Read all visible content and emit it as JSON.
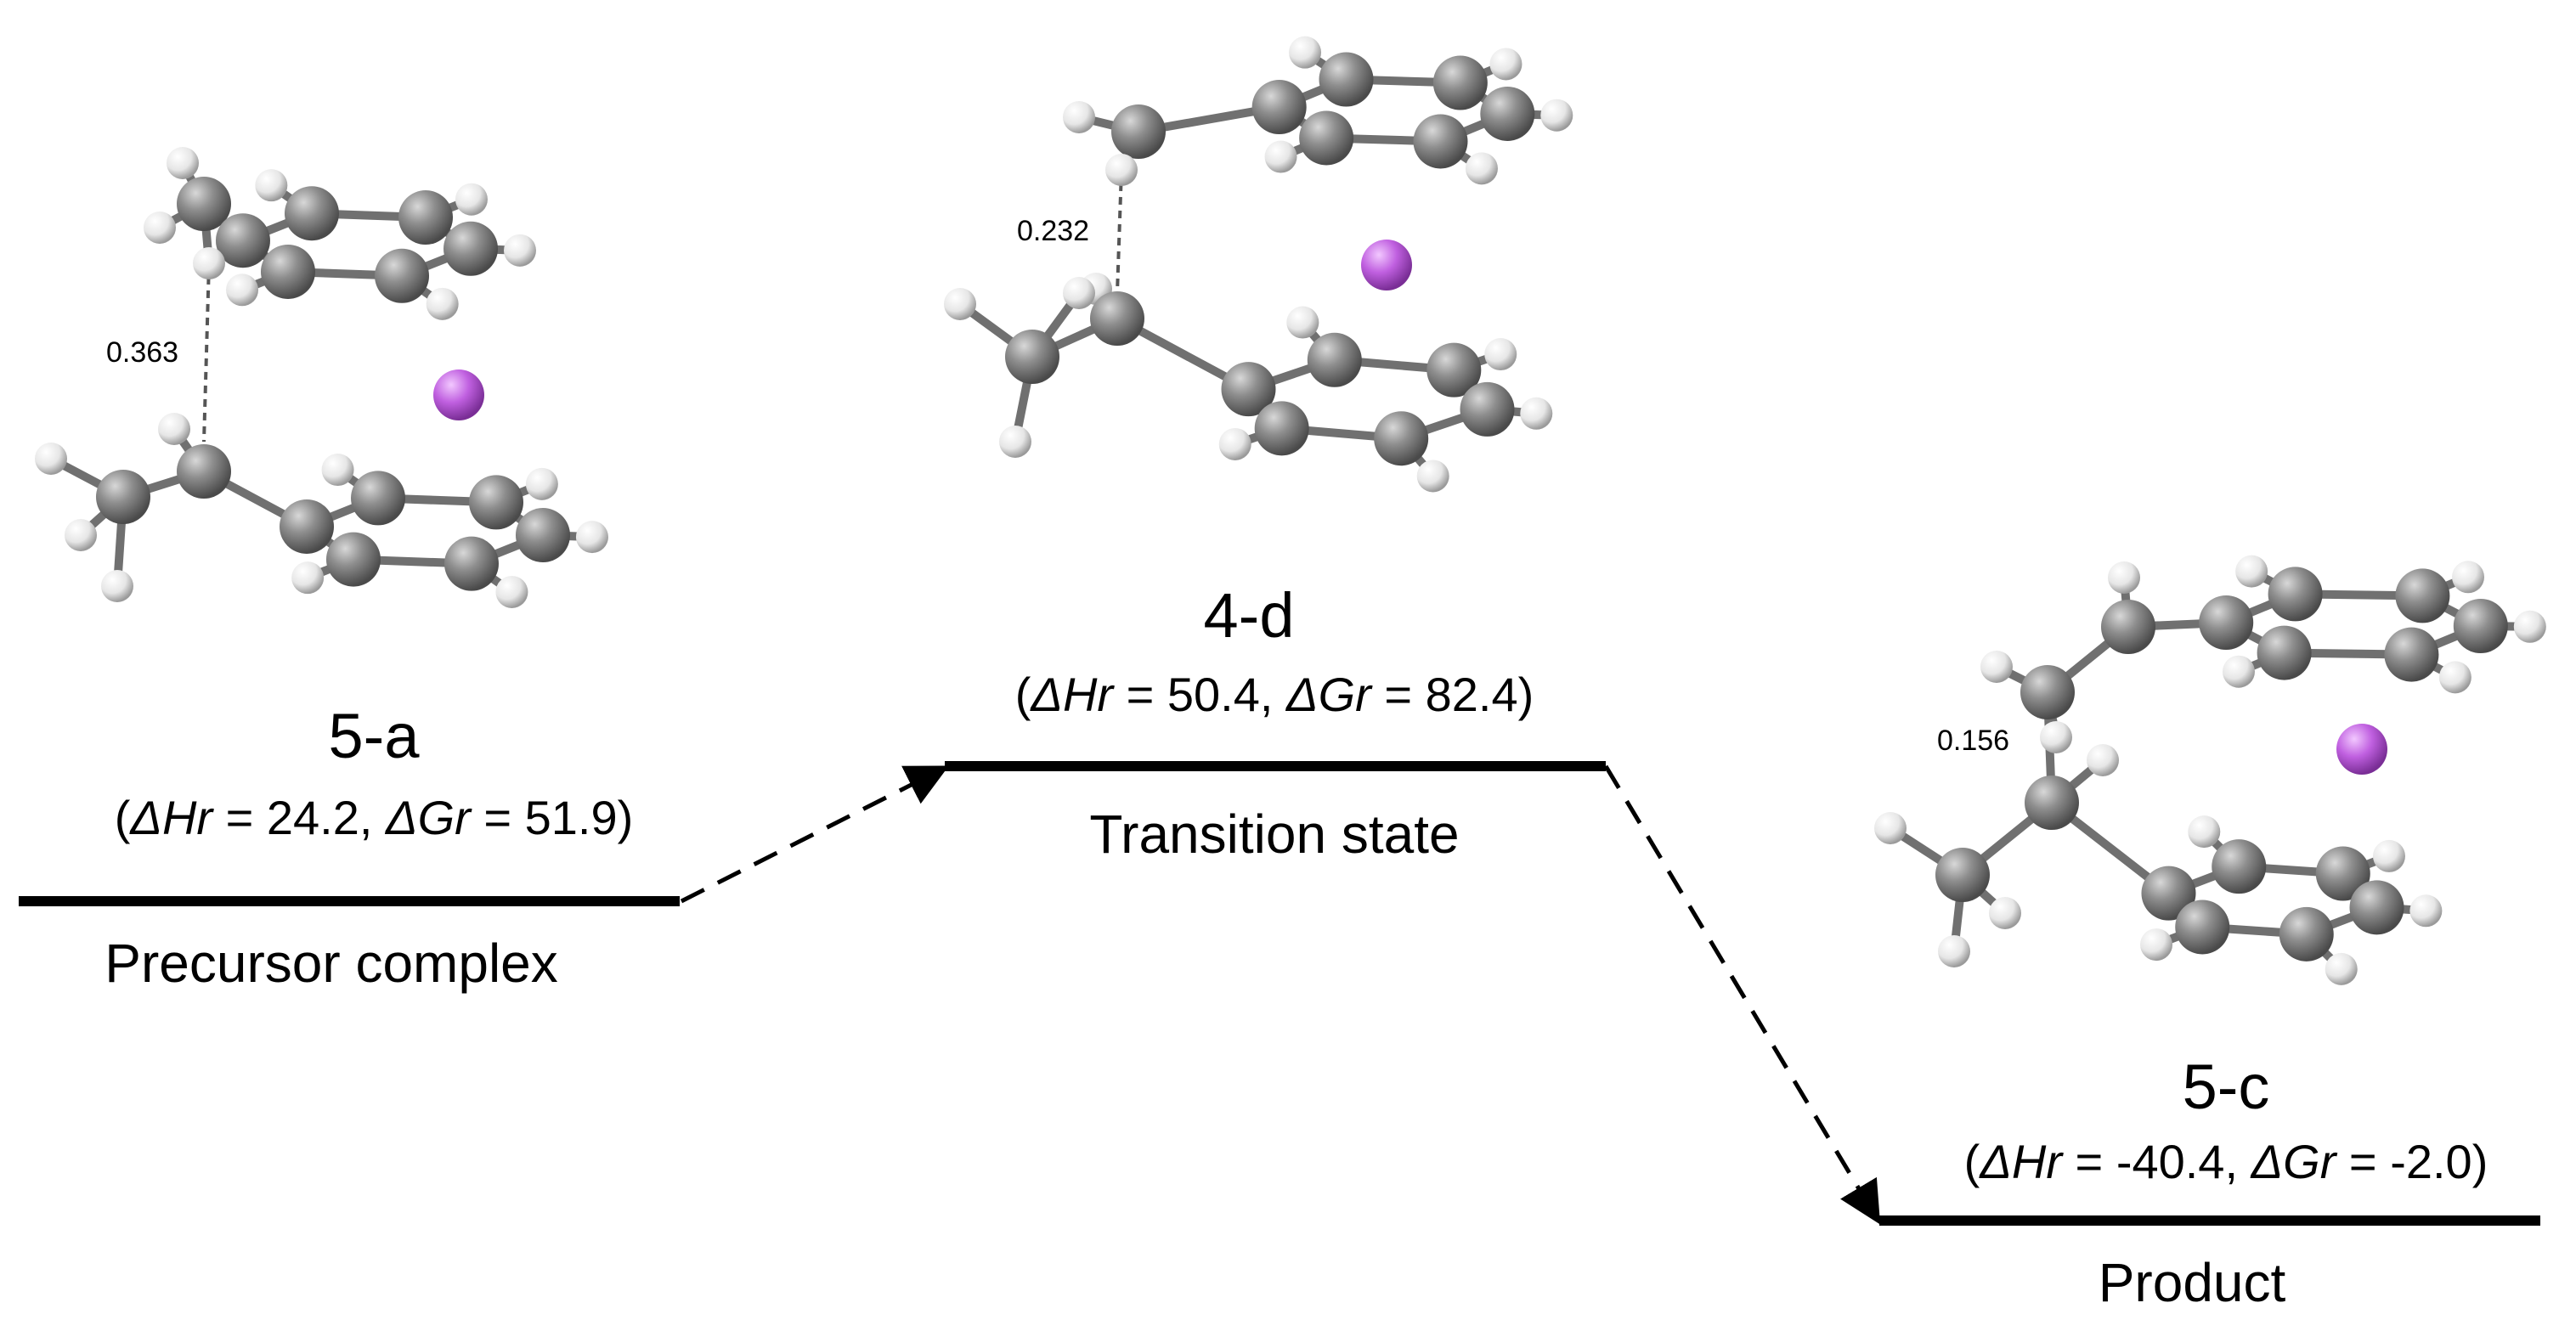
{
  "figure": {
    "states": [
      {
        "id": "precursor",
        "name": "5-a",
        "stage": "Precursor complex",
        "thermo": {
          "open": "(",
          "dh_symbol": "ΔHr",
          "eq1": " = ",
          "dh": "24.2",
          "sep": ", ",
          "dg_symbol": "ΔGr",
          "eq2": " = ",
          "dg": "51.9",
          "close": ")"
        },
        "distance": "0.363"
      },
      {
        "id": "transition",
        "name": "4-d",
        "stage": "Transition state",
        "thermo": {
          "open": "(",
          "dh_symbol": "ΔHr",
          "eq1": " = ",
          "dh": "50.4",
          "sep": ", ",
          "dg_symbol": "ΔGr",
          "eq2": " = ",
          "dg": "82.4",
          "close": ")"
        },
        "distance": "0.232"
      },
      {
        "id": "product",
        "name": "5-c",
        "stage": "Product",
        "thermo": {
          "open": "(",
          "dh_symbol": "ΔHr",
          "eq1": " = ",
          "dh": "-40.4",
          "sep": ", ",
          "dg_symbol": "ΔGr",
          "eq2": " = ",
          "dg": "-2.0",
          "close": ")"
        },
        "distance": "0.156"
      }
    ],
    "colors": {
      "carbon": "#8a8a8a",
      "hydrogen": "#f0f0f0",
      "metal": "#c060e0",
      "bond": "#707070",
      "level": "#000000"
    }
  }
}
